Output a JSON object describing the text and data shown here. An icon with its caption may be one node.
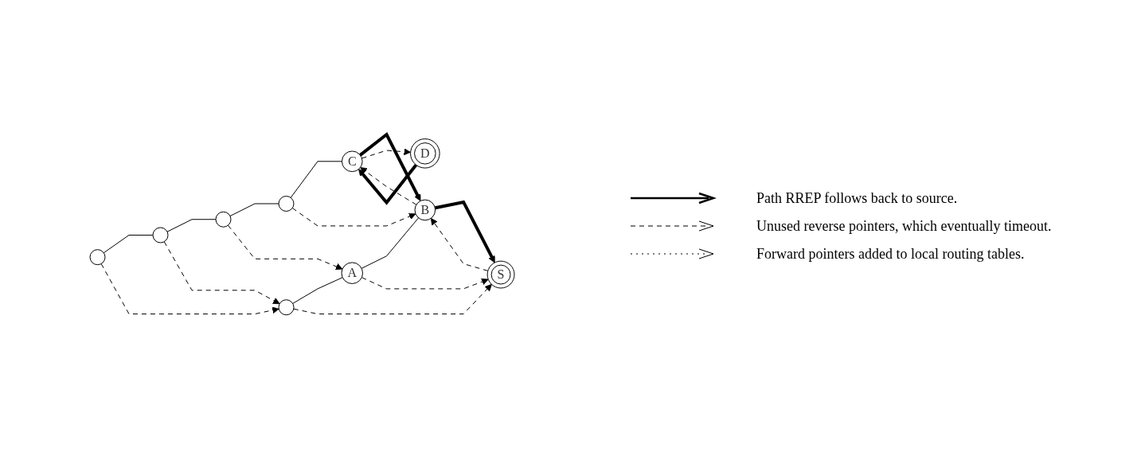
{
  "diagram": {
    "nodes": [
      {
        "text": [],
        "shape": "circle"
      },
      {
        "text": [],
        "shape": "circle"
      },
      {
        "text": [],
        "shape": "circle"
      },
      {
        "text": [
          "S"
        ]
      },
      {
        "text": [
          "A"
        ]
      },
      {
        "text": [],
        "shape": "circle"
      },
      {
        "text": [],
        "shape": "circle"
      },
      {
        "text": [
          "B"
        ]
      },
      {
        "text": [
          "C"
        ]
      },
      {
        "text": [
          "D"
        ]
      }
    ],
    "edges": [
      {
        "from": 0,
        "to": 2,
        "arrow": "none"
      },
      {
        "from": 2,
        "to": 5,
        "arrow": "none"
      },
      {
        "from": 5,
        "to": 6,
        "arrow": "none"
      },
      {
        "from": 6,
        "to": 8,
        "arrow": "none"
      },
      {
        "from": 1,
        "to": 4,
        "arrow": "none"
      },
      {
        "from": 4,
        "to": 7,
        "arrow": "none"
      },
      {
        "from": 0,
        "to": 1,
        "arrow": "to",
        "style": "dashed"
      },
      {
        "from": 2,
        "to": 1,
        "arrow": "to",
        "style": "dashed"
      },
      {
        "from": 1,
        "to": 3,
        "arrow": "to",
        "style": "dashed"
      },
      {
        "from": 4,
        "to": 3,
        "arrow": "to",
        "style": "dashed"
      },
      {
        "from": 5,
        "to": 4,
        "arrow": "to",
        "style": "dashed"
      },
      {
        "from": 6,
        "to": 7,
        "arrow": "to",
        "style": "dashed"
      },
      {
        "from": 7,
        "to": 3,
        "arrow": "to",
        "style": "thick"
      },
      {
        "from": 8,
        "to": 7,
        "arrow": "to",
        "style": "thick"
      },
      {
        "from": 9,
        "to": 8,
        "arrow": "to",
        "style": "thick"
      },
      {
        "from": 3,
        "to": 7,
        "arrow": "to",
        "style": "dashed"
      },
      {
        "from": 7,
        "to": 8,
        "arrow": "to",
        "style": "dashed"
      },
      {
        "from": 8,
        "to": 9,
        "arrow": "to",
        "style": "dashed"
      }
    ],
    "legend": [
      {
        "text": "Path RREP follows back to source."
      },
      {
        "text": "Unused reverse pointers, which eventually timeout."
      },
      {
        "text": "Forward pointers added to local routing tables."
      }
    ]
  }
}
